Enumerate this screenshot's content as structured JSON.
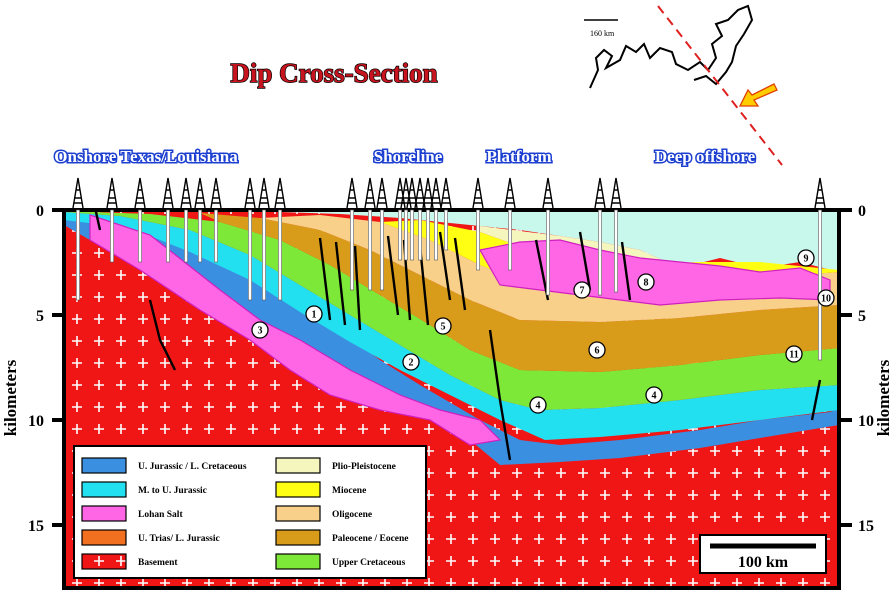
{
  "title": "Dip Cross-Section",
  "regions": [
    "Onshore Texas/Louisiana",
    "Shoreline",
    "Platform",
    "Deep offshore"
  ],
  "axis": {
    "label": "kilometers",
    "ticks": [
      "0",
      "5",
      "10",
      "15"
    ]
  },
  "legend": [
    {
      "label": "U. Jurassic / L. Cretaceous",
      "color": "#3a8fe0"
    },
    {
      "label": "M. to U. Jurassic",
      "color": "#22e0f0"
    },
    {
      "label": "Lohan Salt",
      "color": "#ff66e6"
    },
    {
      "label": "U. Trias/ L. Jurassic",
      "color": "#f07020"
    },
    {
      "label": "Basement",
      "color": "#f01616"
    },
    {
      "label": "Plio-Pleistocene",
      "color": "#f5f5be"
    },
    {
      "label": "Miocene",
      "color": "#ffff14"
    },
    {
      "label": "Oligocene",
      "color": "#f8d08a"
    },
    {
      "label": "Paleocene / Eocene",
      "color": "#d89c1a"
    },
    {
      "label": "Upper Cretaceous",
      "color": "#7ee838"
    }
  ],
  "scale_bar": "100 km",
  "inset_map": {
    "scale": "160 km",
    "arrow_color": "#ffcc00"
  },
  "markers": [
    "1",
    "2",
    "3",
    "4",
    "4",
    "5",
    "6",
    "7",
    "8",
    "9",
    "10",
    "11"
  ],
  "colors": {
    "sea": "#c8f8ec",
    "salt": "#ff66e6",
    "basement": "#f01616",
    "region_outline": "#1c3fd0"
  }
}
